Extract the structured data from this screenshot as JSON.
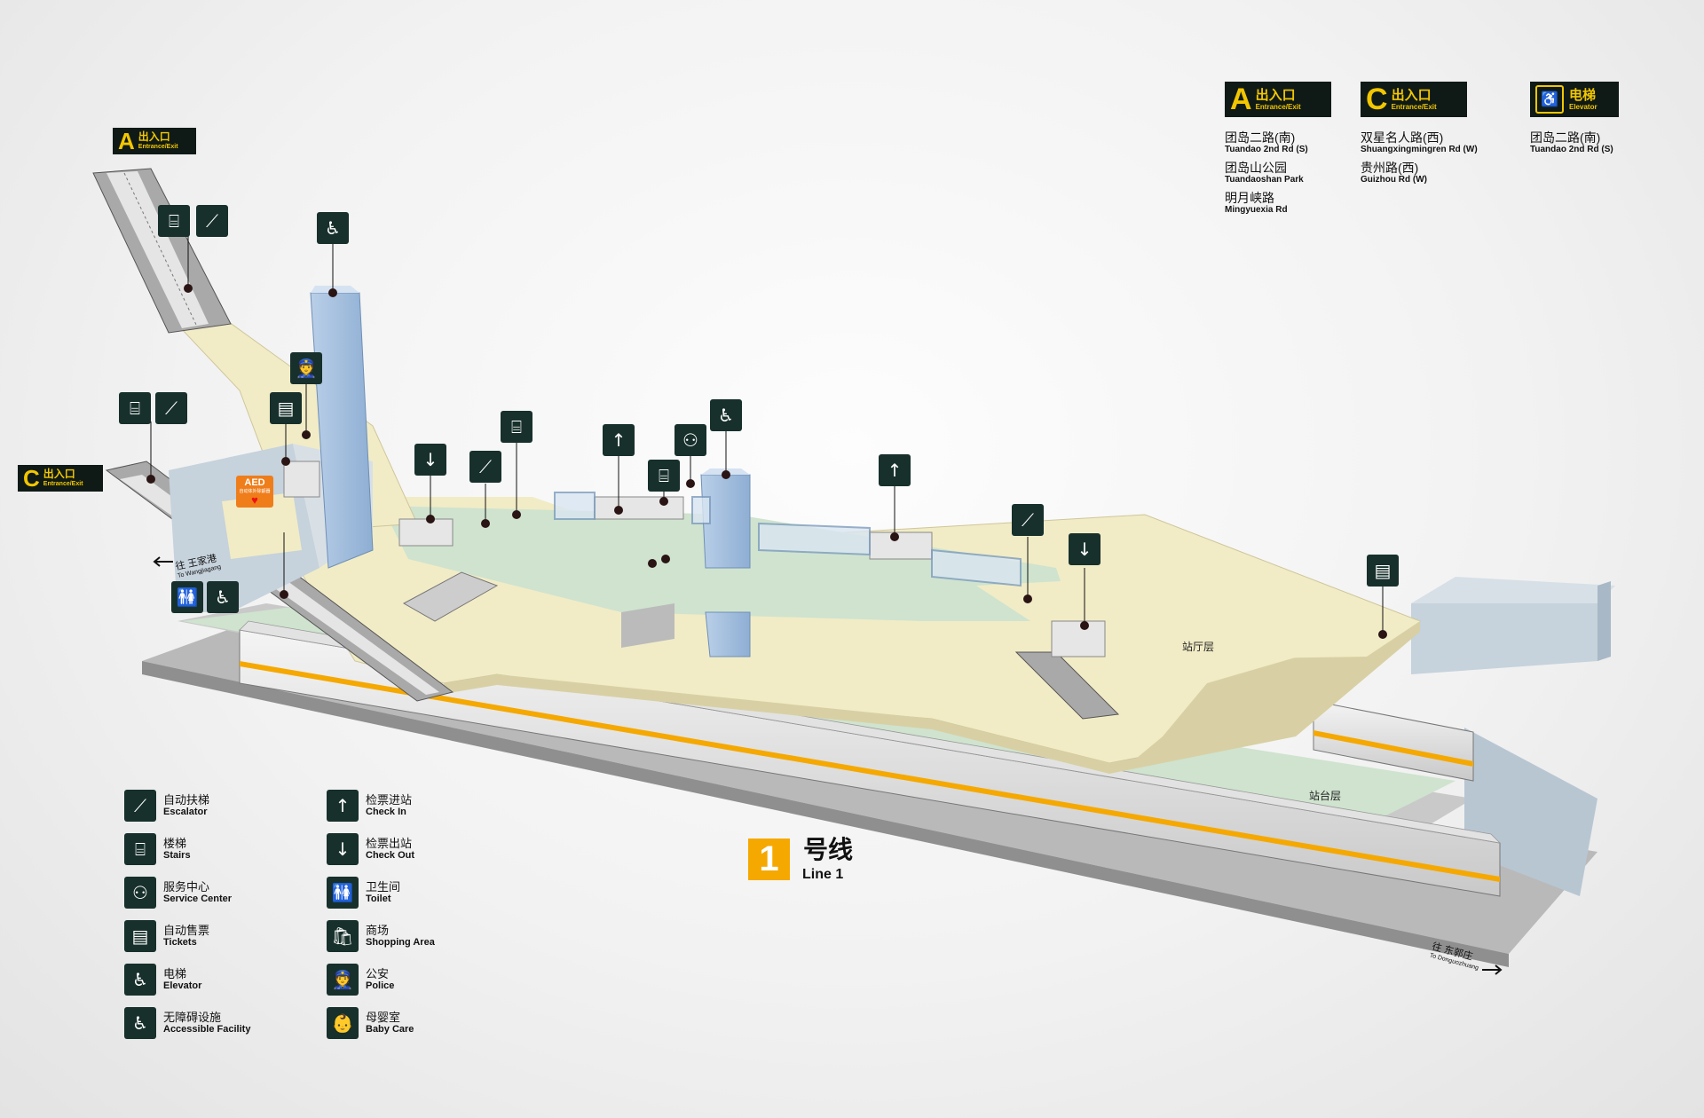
{
  "entrances_key": [
    {
      "letter": "A",
      "zh": "出入口",
      "en": "Entrance/Exit",
      "streets": [
        {
          "zh": "团岛二路(南)",
          "en": "Tuandao 2nd Rd (S)"
        },
        {
          "zh": "团岛山公园",
          "en": "Tuandaoshan Park"
        },
        {
          "zh": "明月峡路",
          "en": "Mingyuexia Rd"
        }
      ]
    },
    {
      "letter": "C",
      "zh": "出入口",
      "en": "Entrance/Exit",
      "streets": [
        {
          "zh": "双星名人路(西)",
          "en": "Shuangxingmingren Rd (W)"
        },
        {
          "zh": "贵州路(西)",
          "en": "Guizhou Rd (W)"
        }
      ]
    },
    {
      "letter": "",
      "zh": "电梯",
      "en": "Elevator",
      "streets": [
        {
          "zh": "团岛二路(南)",
          "en": "Tuandao 2nd Rd (S)"
        }
      ]
    }
  ],
  "map_tags": {
    "a_entrance": {
      "letter": "A",
      "zh": "出入口",
      "en": "Entrance/Exit"
    },
    "c_entrance": {
      "letter": "C",
      "zh": "出入口",
      "en": "Entrance/Exit"
    }
  },
  "floors": {
    "concourse": "站厅层",
    "platform": "站台层"
  },
  "aed": {
    "title": "AED",
    "sub": "自动体外除颤器"
  },
  "directions": {
    "west": {
      "zh": "往 王家港",
      "en": "To Wangjiagang"
    },
    "east": {
      "zh": "往 东郭庄",
      "en": "To Donguozhuang"
    }
  },
  "line": {
    "number": "1",
    "zh": "号线",
    "en": "Line 1",
    "color": "#f5a800"
  },
  "legend": [
    {
      "icon": "escalator-icon",
      "zh": "自动扶梯",
      "en": "Escalator"
    },
    {
      "icon": "stairs-icon",
      "zh": "楼梯",
      "en": "Stairs"
    },
    {
      "icon": "service-center-icon",
      "zh": "服务中心",
      "en": "Service Center"
    },
    {
      "icon": "tickets-icon",
      "zh": "自动售票",
      "en": "Tickets"
    },
    {
      "icon": "elevator-icon",
      "zh": "电梯",
      "en": "Elevator"
    },
    {
      "icon": "accessible-icon",
      "zh": "无障碍设施",
      "en": "Accessible Facility"
    },
    {
      "icon": "check-in-icon",
      "zh": "检票进站",
      "en": "Check In"
    },
    {
      "icon": "check-out-icon",
      "zh": "检票出站",
      "en": "Check Out"
    },
    {
      "icon": "toilet-icon",
      "zh": "卫生间",
      "en": "Toilet"
    },
    {
      "icon": "shopping-icon",
      "zh": "商场",
      "en": "Shopping Area"
    },
    {
      "icon": "police-icon",
      "zh": "公安",
      "en": "Police"
    },
    {
      "icon": "baby-care-icon",
      "zh": "母婴室",
      "en": "Baby Care"
    }
  ],
  "colors": {
    "sign_bg": "#17302b",
    "sign_fg": "#ffffff",
    "tag_yellow": "#f2c600",
    "concourse": "#f1ecc6",
    "platform": "#cfe3cf",
    "train_stripe": "#f5a800"
  }
}
